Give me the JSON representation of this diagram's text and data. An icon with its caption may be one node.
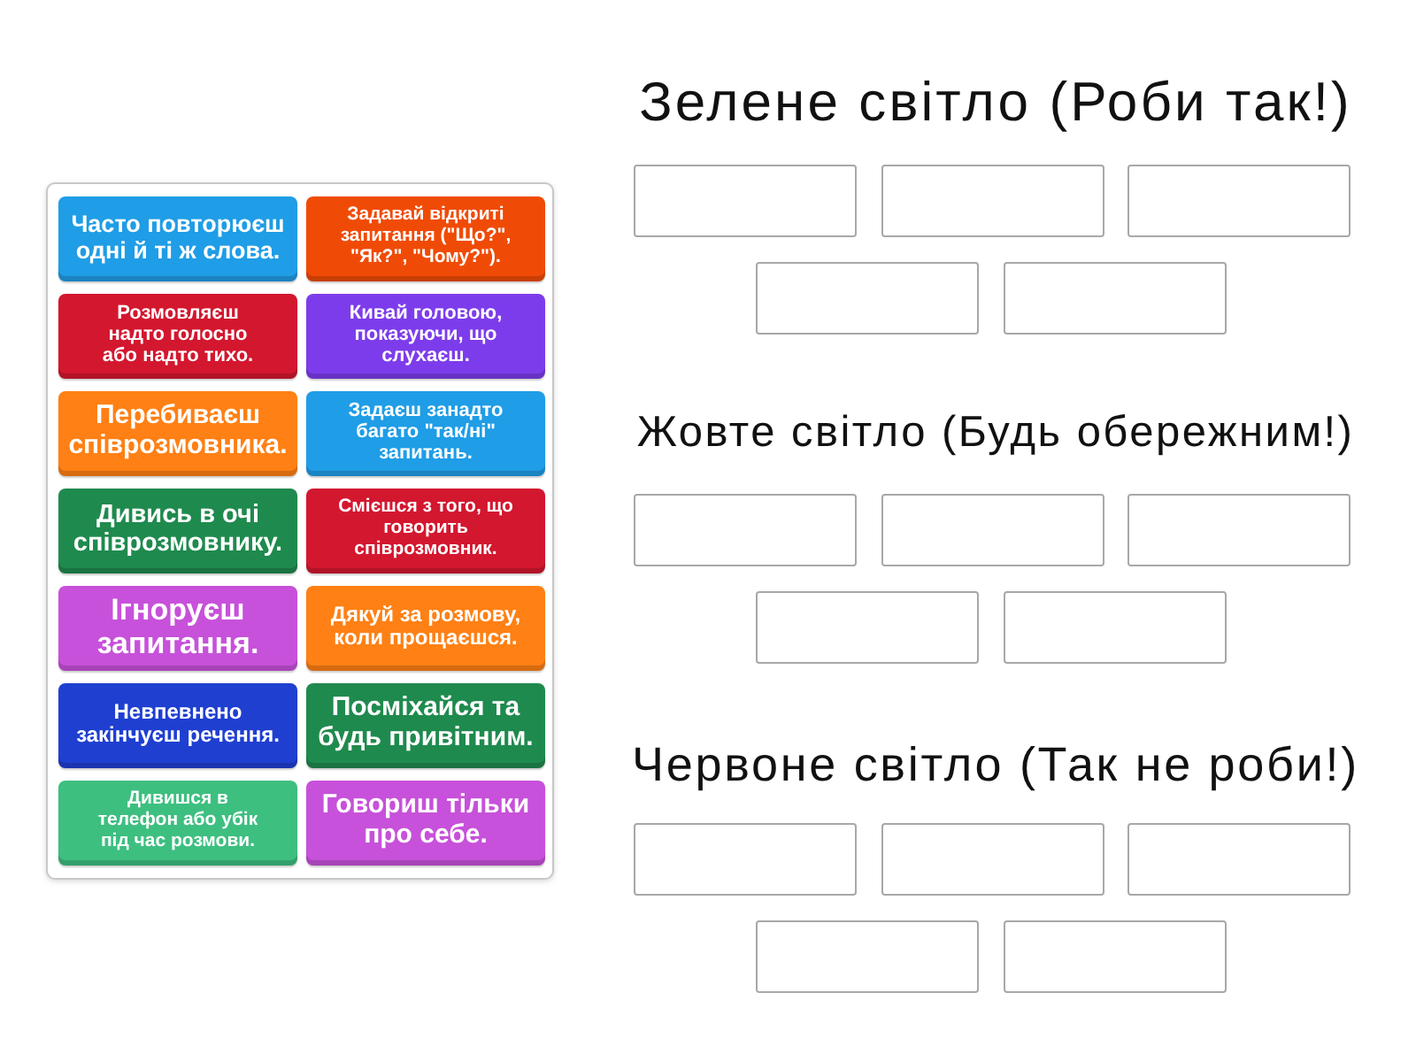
{
  "diagram": {
    "nodes": [
      {
        "text": [],
        "shape": "box"
      },
      {
        "text": [
          "Часто повторюєш одні й ті ж слова."
        ],
        "in": 0
      },
      {
        "text": [
          "Задавай відкриті запитання (\"Що?\", \"Як?\", \"Чому?\")."
        ],
        "in": 0
      },
      {
        "text": [
          "Розмовляєш надто голосно або надто тихо."
        ],
        "in": 0
      },
      {
        "text": [
          "Кивай головою, показуючи, що слухаєш."
        ],
        "in": 0
      },
      {
        "text": [
          "Перебиваєш співрозмовника."
        ],
        "in": 0
      },
      {
        "text": [
          "Задаєш занадто багато \"так/ні\" запитань."
        ],
        "in": 0
      },
      {
        "text": [
          "Дивись в очі співрозмовнику."
        ],
        "in": 0
      },
      {
        "text": [
          "Смієшся з того, що говорить співрозмовник."
        ],
        "in": 0
      },
      {
        "text": [
          "Ігноруєш запитання."
        ],
        "in": 0
      },
      {
        "text": [
          "Дякуй за розмову, коли прощаєшся."
        ],
        "in": 0
      },
      {
        "text": [
          "Невпевнено закінчуєш речення."
        ],
        "in": 0
      },
      {
        "text": [
          "Посміхайся та будь привітним."
        ],
        "in": 0
      },
      {
        "text": [
          "Дивишся в телефон або убік під час розмови."
        ],
        "in": 0
      },
      {
        "text": [
          "Говориш тільки про себе."
        ],
        "in": 0
      },
      {
        "text": [],
        "shape": "box"
      },
      {
        "text": [],
        "shape": "box"
      },
      {
        "text": [],
        "shape": "box"
      },
      {
        "text": [],
        "shape": "box"
      },
      {
        "text": [],
        "shape": "box"
      },
      {
        "text": [],
        "shape": "box"
      },
      {
        "text": [],
        "shape": "box"
      },
      {
        "text": [],
        "shape": "box"
      },
      {
        "text": [],
        "shape": "box"
      },
      {
        "text": [],
        "shape": "box"
      },
      {
        "text": [],
        "shape": "box"
      },
      {
        "text": [],
        "shape": "box"
      },
      {
        "text": [],
        "shape": "box"
      },
      {
        "text": [],
        "shape": "box"
      },
      {
        "text": [],
        "shape": "box"
      }
    ],
    "labels": [
      "Зелене світло (Роби так!)",
      "Жовте світло (Будь обережним!)",
      "Червоне світло (Так не роби!)"
    ]
  }
}
